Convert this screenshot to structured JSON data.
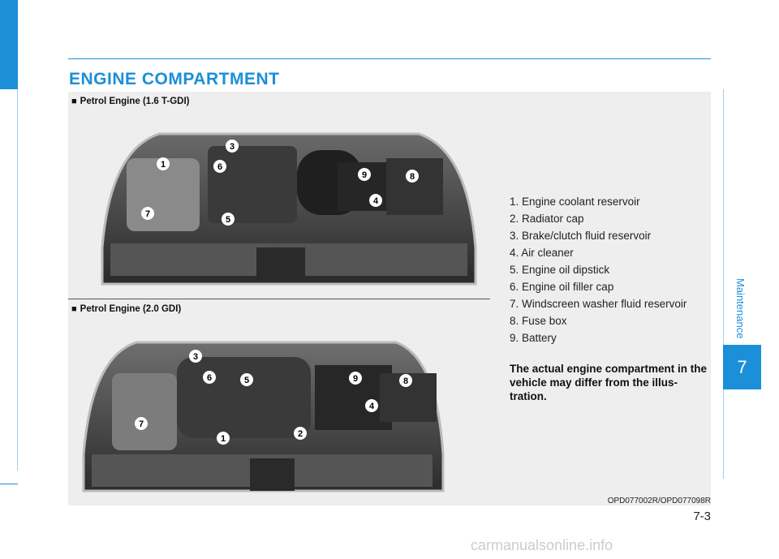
{
  "header": {
    "title": "ENGINE COMPARTMENT"
  },
  "sections": [
    {
      "label": "Petrol Engine (1.6 T-GDI)",
      "bullet": "■"
    },
    {
      "label": "Petrol Engine (2.0 GDI)",
      "bullet": "■"
    }
  ],
  "engine1_markers": [
    "1",
    "3",
    "4",
    "5",
    "6",
    "7",
    "8",
    "9"
  ],
  "engine2_markers": [
    "1",
    "2",
    "3",
    "4",
    "5",
    "6",
    "7",
    "8",
    "9"
  ],
  "legend": [
    "1. Engine coolant reservoir",
    "2. Radiator cap",
    "3. Brake/clutch fluid reservoir",
    "4. Air cleaner",
    "5. Engine oil dipstick",
    "6. Engine oil filler cap",
    "7. Windscreen washer fluid reservoir",
    "8. Fuse box",
    "9. Battery"
  ],
  "note": "The actual engine compartment in the vehicle may differ from the illus- tration.",
  "figure_code": "OPD077002R/OPD077098R",
  "page_number": "7-3",
  "side": {
    "label": "Maintenance",
    "chapter": "7"
  },
  "watermark": "carmanualsonline.info",
  "colors": {
    "accent": "#1b8fd8",
    "panel": "#eeeeee"
  }
}
